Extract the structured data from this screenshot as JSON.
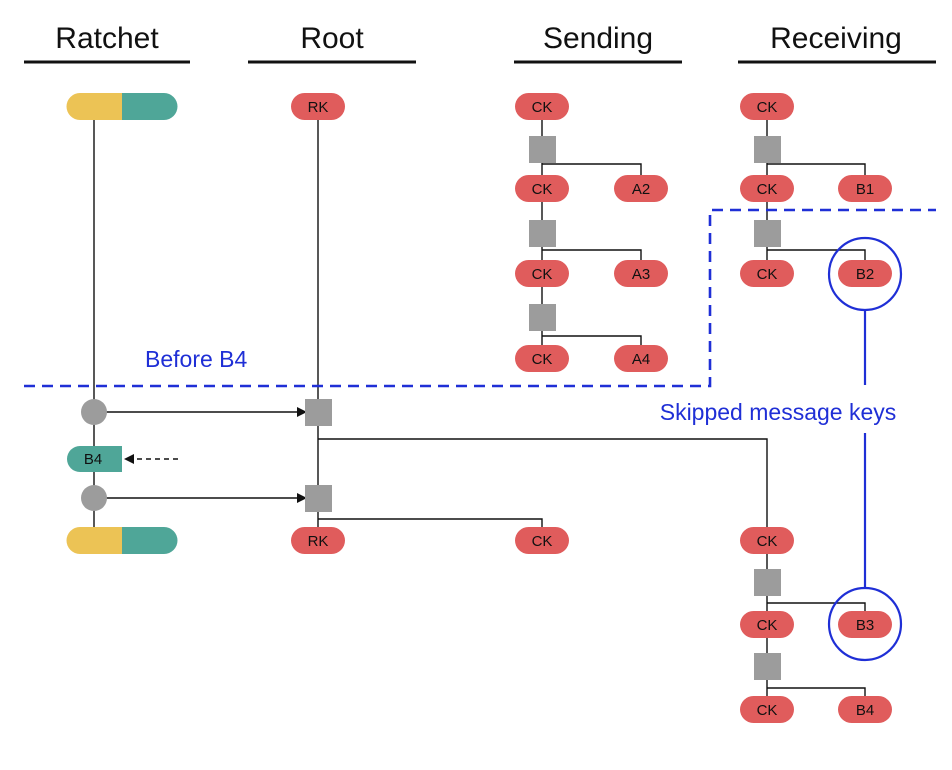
{
  "columns": {
    "ratchet": "Ratchet",
    "root": "Root",
    "sending": "Sending",
    "receiving": "Receiving"
  },
  "keys": {
    "root_key": "RK",
    "chain_key": "CK",
    "a2": "A2",
    "a3": "A3",
    "a4": "A4",
    "b1": "B1",
    "b2": "B2",
    "b3": "B3",
    "b4": "B4"
  },
  "message_tag": "B4",
  "annotations": {
    "before": "Before B4",
    "skipped": "Skipped message keys"
  },
  "colors": {
    "key_red": "#e05c5c",
    "kdf_gray": "#9c9c9c",
    "ratchet_yellow": "#ecc355",
    "ratchet_teal": "#4fa698",
    "annotation_blue": "#1f2fd6"
  }
}
